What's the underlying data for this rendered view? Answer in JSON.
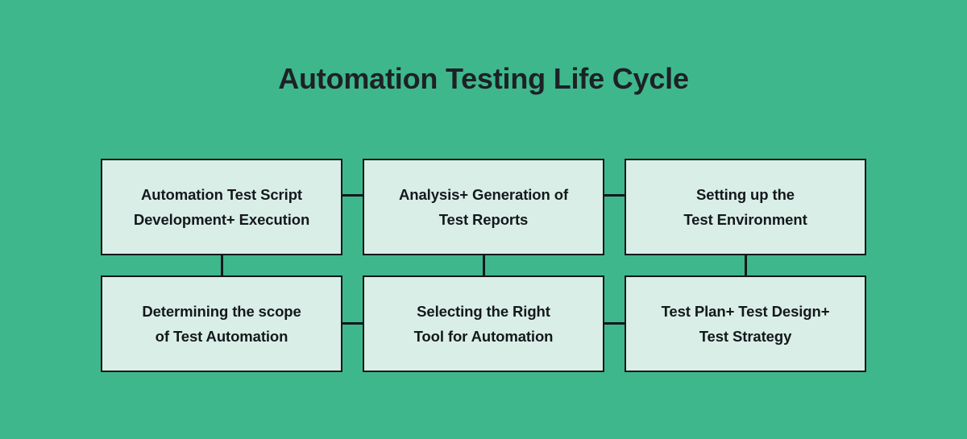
{
  "diagram": {
    "title": "Automation Testing Life Cycle",
    "background_color": "#3fb78c",
    "box_fill_color": "#d9eee6",
    "box_border_color": "#14181c",
    "text_color": "#14181c",
    "type": "flowchart",
    "layout": "2-rows-by-3-columns-serpentine",
    "boxes": [
      {
        "id": "box-automation-test-script",
        "row": 1,
        "column": 1,
        "label": "Automation Test Script\nDevelopment+ Execution",
        "line1": "Automation Test Script",
        "line2": "Development+ Execution"
      },
      {
        "id": "box-analysis-generation-reports",
        "row": 1,
        "column": 2,
        "label": "Analysis+ Generation of\nTest Reports",
        "line1": "Analysis+ Generation of",
        "line2": "Test Reports"
      },
      {
        "id": "box-setting-up-test-environment",
        "row": 1,
        "column": 3,
        "label": "Setting up the\nTest Environment",
        "line1": "Setting up the",
        "line2": "Test Environment"
      },
      {
        "id": "box-determining-scope",
        "row": 2,
        "column": 1,
        "label": "Determining the scope\nof Test Automation",
        "line1": "Determining the scope",
        "line2": "of Test Automation"
      },
      {
        "id": "box-selecting-right-tool",
        "row": 2,
        "column": 2,
        "label": "Selecting the Right\nTool for Automation",
        "line1": "Selecting the Right",
        "line2": "Tool for Automation"
      },
      {
        "id": "box-test-plan-design-strategy",
        "row": 2,
        "column": 3,
        "label": "Test Plan+ Test Design+\nTest Strategy",
        "line1": "Test Plan+ Test Design+",
        "line2": "Test Strategy"
      }
    ],
    "connectors": [
      {
        "id": "connector-top-col1-col2",
        "orientation": "horizontal"
      },
      {
        "id": "connector-top-col2-col3",
        "orientation": "horizontal"
      },
      {
        "id": "connector-bottom-col1-col2",
        "orientation": "horizontal"
      },
      {
        "id": "connector-bottom-col2-col3",
        "orientation": "horizontal"
      },
      {
        "id": "connector-col1-row1-row2",
        "orientation": "vertical"
      },
      {
        "id": "connector-col2-row1-row2",
        "orientation": "vertical"
      },
      {
        "id": "connector-col3-row1-row2",
        "orientation": "vertical"
      }
    ]
  }
}
